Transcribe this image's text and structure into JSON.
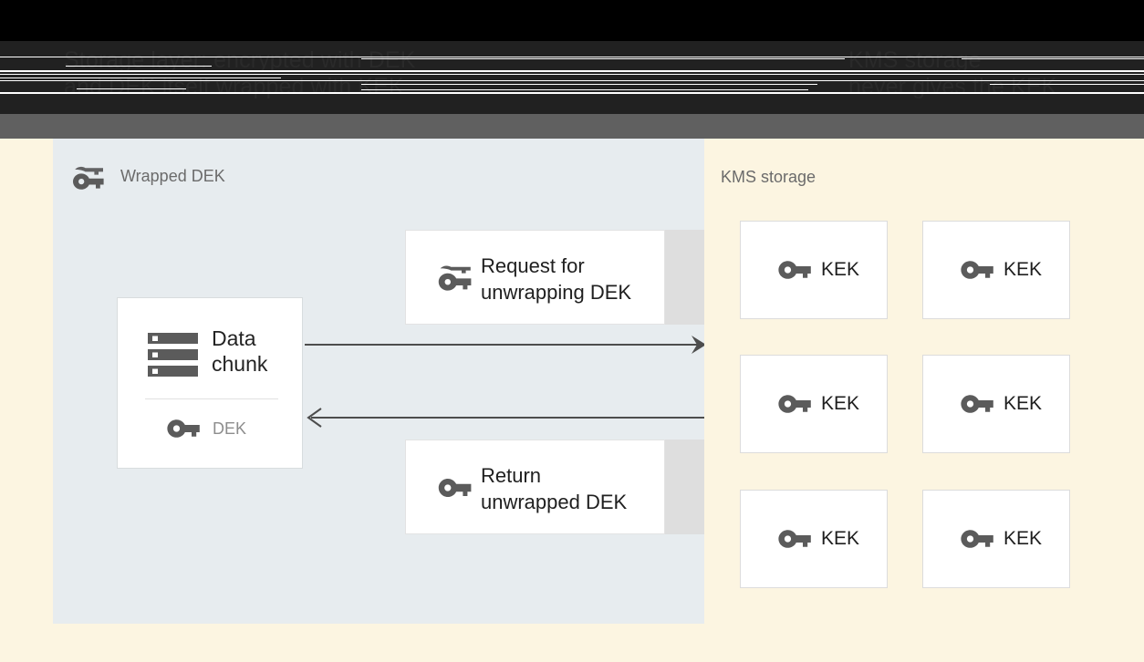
{
  "header": {
    "left_title": "Storage layer: encrypted with DEK\nand DEK itself wrapped with KEK",
    "right_title": "KMS storage\nnever gives the KEK",
    "colors": {
      "black": "#000000",
      "dark": "#212121",
      "gray_strip": "#606060",
      "scanline": "#ffffff"
    }
  },
  "left_panel": {
    "title": "Wrapped DEK",
    "title_icon": "wrapped-key-icon",
    "background": "#e7ecef",
    "data_card": {
      "icon": "storage-chunk-icon",
      "label": "Data\nchunk",
      "divider": true,
      "key_row": {
        "icon": "key-icon",
        "label": "DEK"
      }
    },
    "messages": [
      {
        "icon": "wrapped-key-icon",
        "label": "Request for\nunwrapping DEK",
        "band_color": "#dedede"
      },
      {
        "icon": "key-icon",
        "label": "Return\nunwrapped DEK",
        "band_color": "#dedede"
      }
    ],
    "arrows": [
      {
        "name": "request-arrow",
        "direction": "right",
        "color": "#4d4d4d"
      },
      {
        "name": "return-arrow",
        "direction": "left",
        "color": "#4d4d4d"
      }
    ]
  },
  "right_panel": {
    "title": "KMS storage",
    "background": "#fcf5e1",
    "kek_boxes": [
      {
        "icon": "key-icon",
        "label": "KEK"
      },
      {
        "icon": "key-icon",
        "label": "KEK"
      },
      {
        "icon": "key-icon",
        "label": "KEK"
      },
      {
        "icon": "key-icon",
        "label": "KEK"
      },
      {
        "icon": "key-icon",
        "label": "KEK"
      },
      {
        "icon": "key-icon",
        "label": "KEK"
      }
    ]
  }
}
